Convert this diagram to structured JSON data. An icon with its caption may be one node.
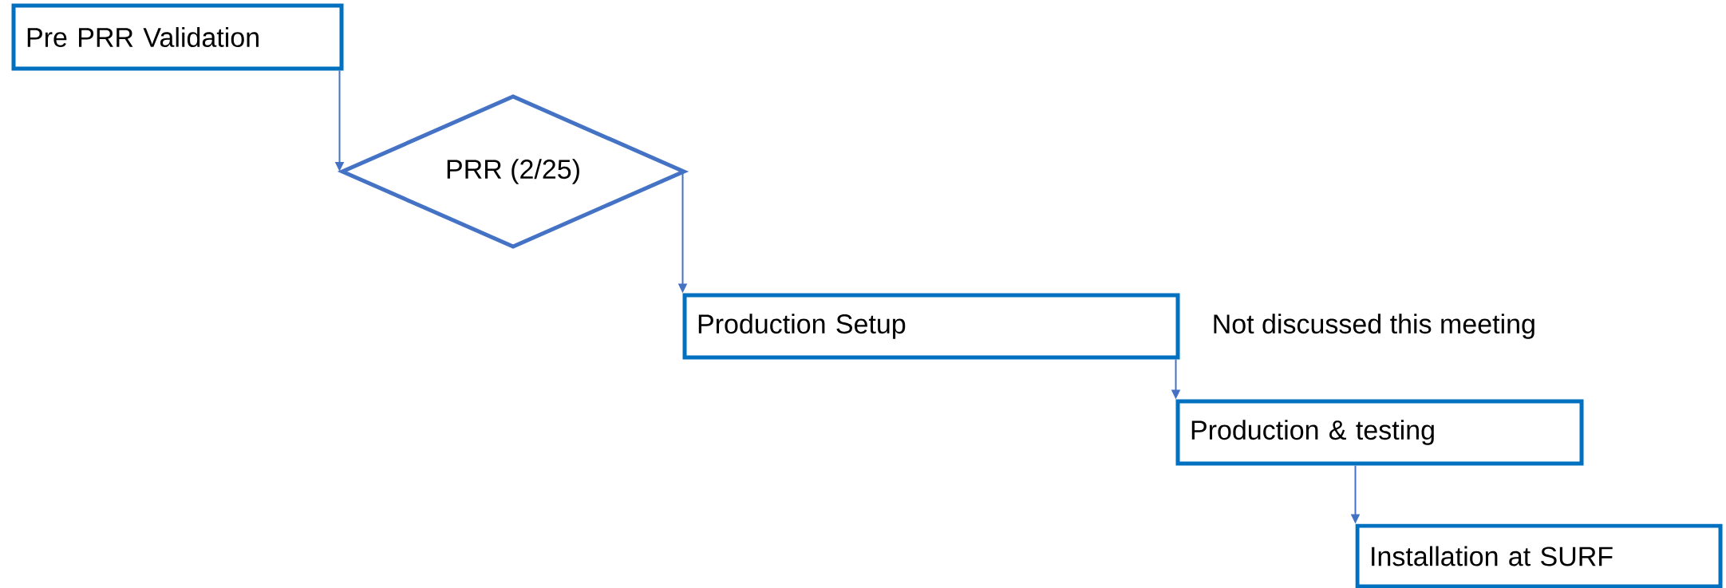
{
  "diagram": {
    "nodes": [
      {
        "text": [
          "Pre PRR Validation"
        ]
      },
      {
        "text": [
          "PRR (2/25)"
        ]
      },
      {
        "text": [
          "Production Setup"
        ],
        "beside": [
          "Not discussed this meeting"
        ]
      },
      {
        "text": [
          "Production & testing"
        ]
      },
      {
        "text": [
          "Installation at SURF"
        ]
      }
    ],
    "edges": [
      {
        "from": 0,
        "to": 1,
        "arrow": "to"
      },
      {
        "from": 1,
        "to": 2,
        "arrow": "to"
      },
      {
        "from": 2,
        "to": 3,
        "arrow": "to"
      },
      {
        "from": 3,
        "to": 4,
        "arrow": "to"
      }
    ]
  }
}
